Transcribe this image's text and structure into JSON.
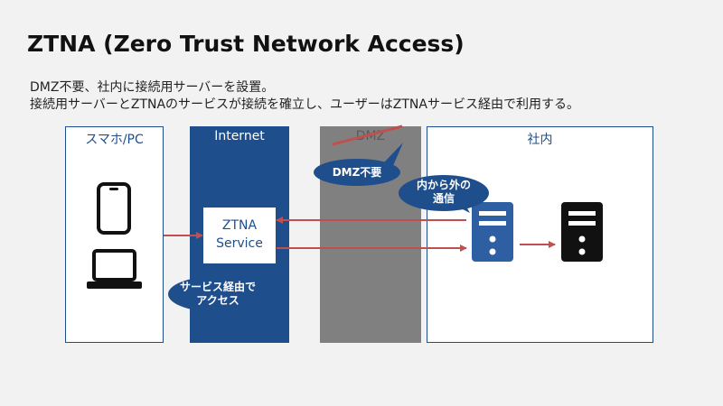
{
  "slide": {
    "title": "ZTNA (Zero Trust Network Access)",
    "subtitle_line1": "DMZ不要、社内に接続用サーバーを設置。",
    "subtitle_line2": "接続用サーバーとZTNAのサービスが接続を確立し、ユーザーはZTNAサービス経由で利用する。"
  },
  "zones": {
    "phone_pc": "スマホ/PC",
    "internet": "Internet",
    "dmz": "DMZ",
    "internal": "社内"
  },
  "ztna_service": {
    "line1": "ZTNA",
    "line2": "Service"
  },
  "callouts": {
    "dmz_unnecessary": "DMZ不要",
    "inner_line1": "内から外の",
    "inner_line2": "通信",
    "access_line1": "サービス経由で",
    "access_line2": "アクセス"
  },
  "colors": {
    "navy": "#1f4e8c",
    "gray_zone": "#808080",
    "arrow_red": "#c0504d",
    "server_blue": "#2e5fa3",
    "server_black": "#111111"
  },
  "icons": [
    "smartphone-icon",
    "laptop-icon",
    "connector-server-icon",
    "internal-server-icon"
  ]
}
